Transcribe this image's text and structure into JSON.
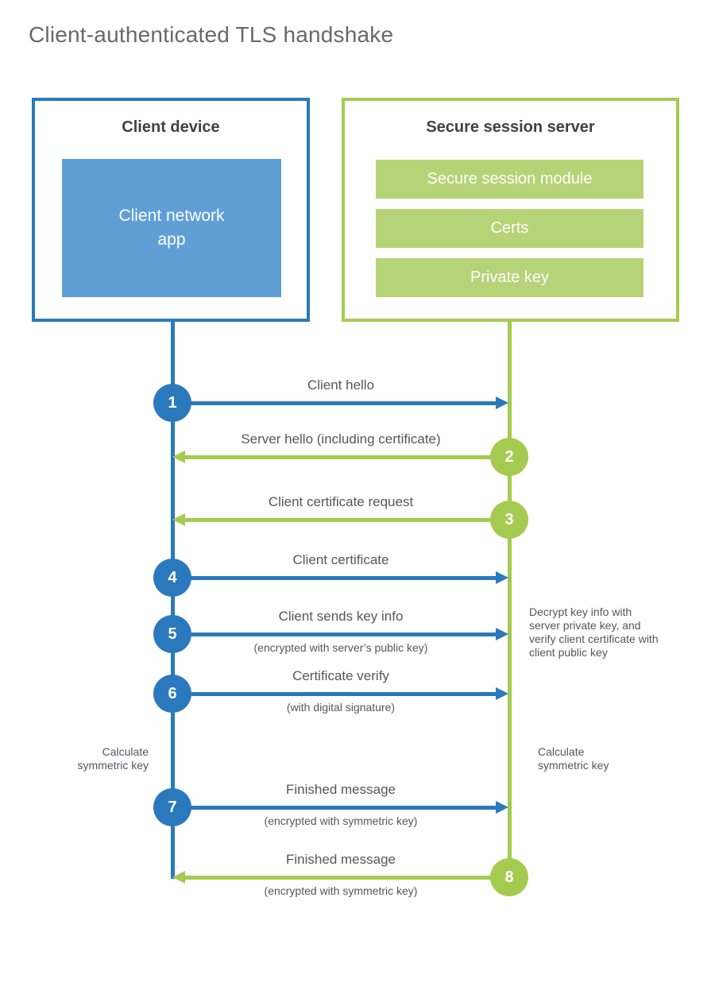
{
  "title": "Client-authenticated TLS handshake",
  "colors": {
    "blue_line": "#2b79bd",
    "blue_fill": "#5f9fd6",
    "green_line": "#a4cb4f",
    "green_fill": "#b6d377",
    "label_text": "#55565a",
    "heading_text": "#3f4145"
  },
  "client": {
    "heading": "Client device",
    "app_label": "Client network\napp"
  },
  "server": {
    "heading": "Secure session server",
    "modules": [
      "Secure session module",
      "Certs",
      "Private key"
    ]
  },
  "messages": [
    {
      "num": "1",
      "label": "Client hello",
      "sublabel": "",
      "direction": "right",
      "color": "blue"
    },
    {
      "num": "2",
      "label": "Server hello (including certificate)",
      "sublabel": "",
      "direction": "left",
      "color": "green"
    },
    {
      "num": "3",
      "label": "Client certificate request",
      "sublabel": "",
      "direction": "left",
      "color": "green"
    },
    {
      "num": "4",
      "label": "Client certificate",
      "sublabel": "",
      "direction": "right",
      "color": "blue"
    },
    {
      "num": "5",
      "label": "Client sends key info",
      "sublabel": "(encrypted with server’s public key)",
      "direction": "right",
      "color": "blue"
    },
    {
      "num": "6",
      "label": "Certificate verify",
      "sublabel": "(with digital signature)",
      "direction": "right",
      "color": "blue"
    },
    {
      "num": "7",
      "label": "Finished message",
      "sublabel": "(encrypted with symmetric key)",
      "direction": "right",
      "color": "blue"
    },
    {
      "num": "8",
      "label": "Finished message",
      "sublabel": "(encrypted with symmetric key)",
      "direction": "left",
      "color": "green"
    }
  ],
  "notes": {
    "decrypt": "Decrypt key info with server private key, and verify client certificate with client public key",
    "calc_left": "Calculate symmetric key",
    "calc_right": "Calculate symmetric key"
  }
}
